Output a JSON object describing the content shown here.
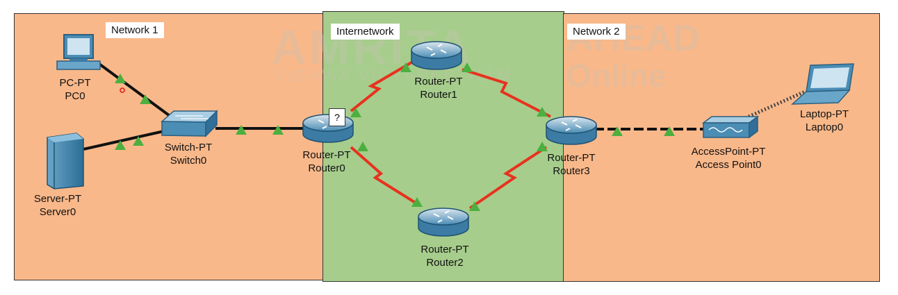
{
  "regions": {
    "network1": "Network 1",
    "internetwork": "Internetwork",
    "network2": "Network 2"
  },
  "devices": {
    "pc0": {
      "type": "PC-PT",
      "name": "PC0"
    },
    "server0": {
      "type": "Server-PT",
      "name": "Server0"
    },
    "switch0": {
      "type": "Switch-PT",
      "name": "Switch0"
    },
    "router0": {
      "type": "Router-PT",
      "name": "Router0"
    },
    "router1": {
      "type": "Router-PT",
      "name": "Router1"
    },
    "router2": {
      "type": "Router-PT",
      "name": "Router2"
    },
    "router3": {
      "type": "Router-PT",
      "name": "Router3"
    },
    "ap0": {
      "type": "AccessPoint-PT",
      "name": "Access Point0"
    },
    "laptop0": {
      "type": "Laptop-PT",
      "name": "Laptop0"
    }
  },
  "router0_tag": "?",
  "watermark": {
    "brand": "AMRITA",
    "line2": "VISHWA VIDYAPEETHAM",
    "online1": "AHEAD",
    "online2": "Online"
  },
  "colors": {
    "network_bg": "#f9b88a",
    "internetwork_bg": "#a6cd8c",
    "serial_link": "#e8321e",
    "ethernet_link": "#111111",
    "link_light": "#4caf3f",
    "device_blue": "#4a8db5"
  }
}
